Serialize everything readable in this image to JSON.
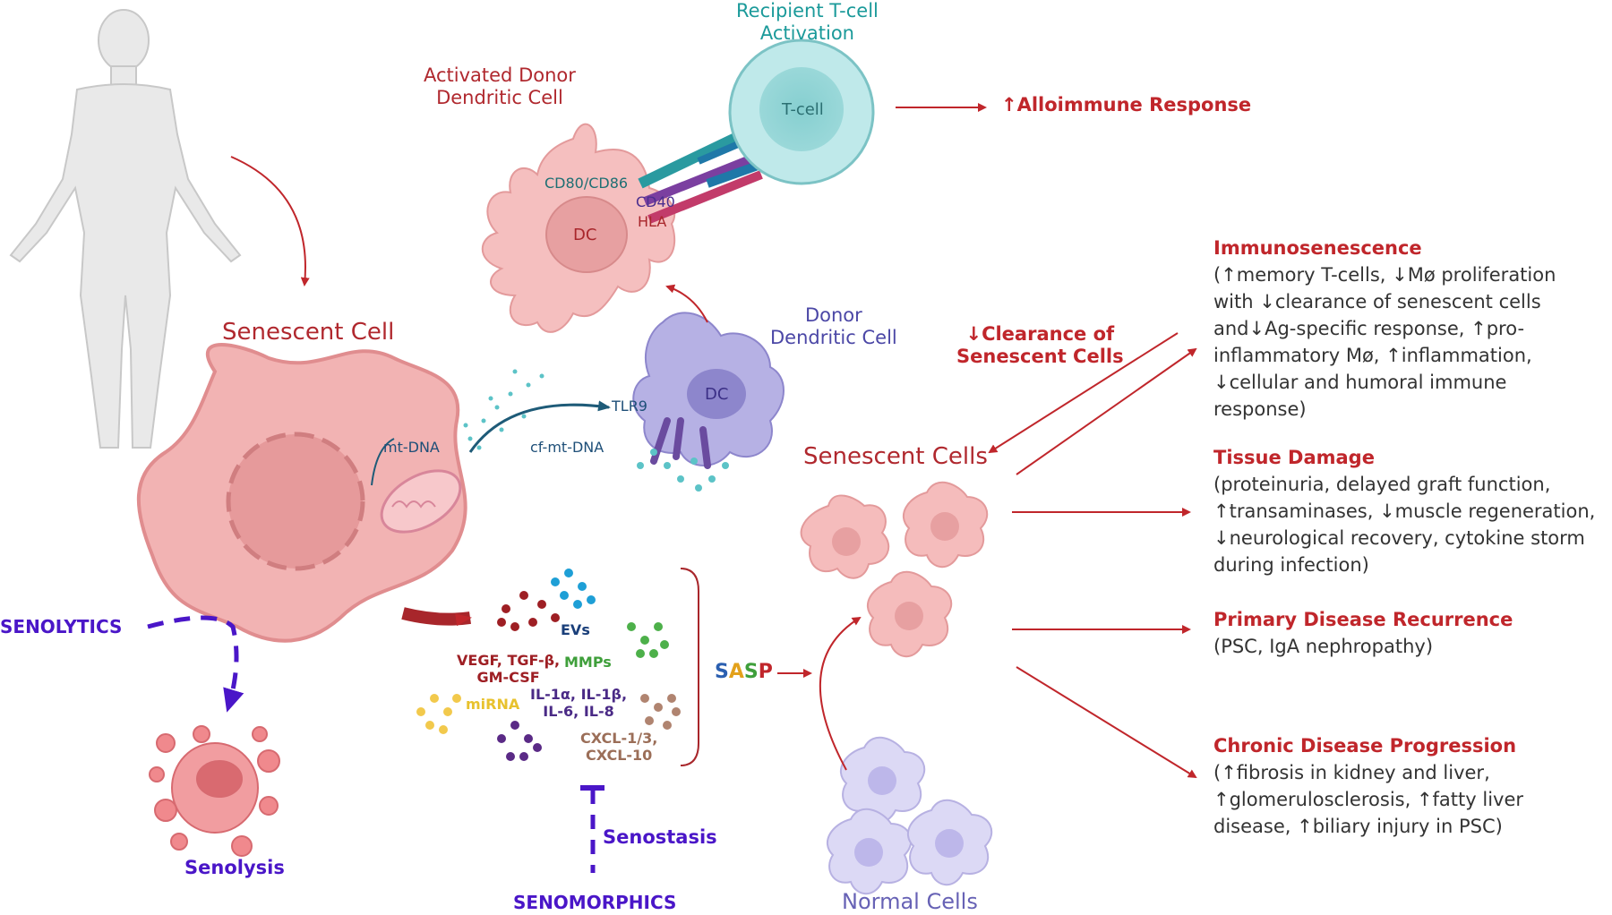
{
  "labels": {
    "tcell_activation": [
      "Recipient T-cell",
      "Activation"
    ],
    "tcell": "T-cell",
    "activated_dc": [
      "Activated Donor",
      "Dendritic Cell"
    ],
    "dc": "DC",
    "cd80": "CD80/CD86",
    "cd40": "CD40",
    "hla": "HLA",
    "donor_dc": [
      "Donor",
      "Dendritic Cell"
    ],
    "tlr9": "TLR9",
    "cf_mt_dna": "cf-mt-DNA",
    "mt_dna": "mt-DNA",
    "senescent_cell": "Senescent Cell",
    "alloimmune": "↑Alloimmune Response",
    "clearance": [
      "↓Clearance of",
      "Senescent Cells"
    ],
    "senescent_cells": "Senescent Cells",
    "normal_cells": "Normal Cells",
    "senolytics": "SENOLYTICS",
    "senolysis": "Senolysis",
    "senostasis": "Senostasis",
    "senomorphics": "SENOMORPHICS",
    "evs": "EVs",
    "vegf": [
      "VEGF, TGF-β,",
      "GM-CSF"
    ],
    "mmps": "MMPs",
    "mirna": "miRNA",
    "il": [
      "IL-1α, IL-1β,",
      "IL-6, IL-8"
    ],
    "cxcl": [
      "CXCL-1/3,",
      "CXCL-10"
    ],
    "sasp": [
      "S",
      "A",
      "S",
      "P"
    ]
  },
  "outcomes": [
    {
      "title": "Immunosenescence",
      "lines": [
        "(↑memory T-cells, ↓Mø proliferation",
        "with ↓clearance of senescent cells",
        "and↓Ag-specific response, ↑pro-",
        "inflammatory Mø, ↑inflammation,",
        "↓cellular and humoral immune",
        "response)"
      ]
    },
    {
      "title": "Tissue Damage",
      "lines": [
        "(proteinuria, delayed graft function,",
        "↑transaminases, ↓muscle regeneration,",
        "↓neurological recovery, cytokine storm",
        "during infection)"
      ]
    },
    {
      "title": "Primary Disease Recurrence",
      "lines": [
        "(PSC, IgA nephropathy)"
      ]
    },
    {
      "title": "Chronic Disease Progression",
      "lines": [
        "(↑fibrosis in kidney and liver,",
        "↑glomerulosclerosis, ↑fatty liver",
        "disease, ↑biliary injury in PSC)"
      ]
    }
  ],
  "colors": {
    "accent_red": "#c0262b",
    "senescent_pink": "#f4b9b9",
    "tcell_teal": "#a8dfe0",
    "dc_lavender": "#b8b3e6",
    "senolytic_violet": "#4a16c8"
  }
}
